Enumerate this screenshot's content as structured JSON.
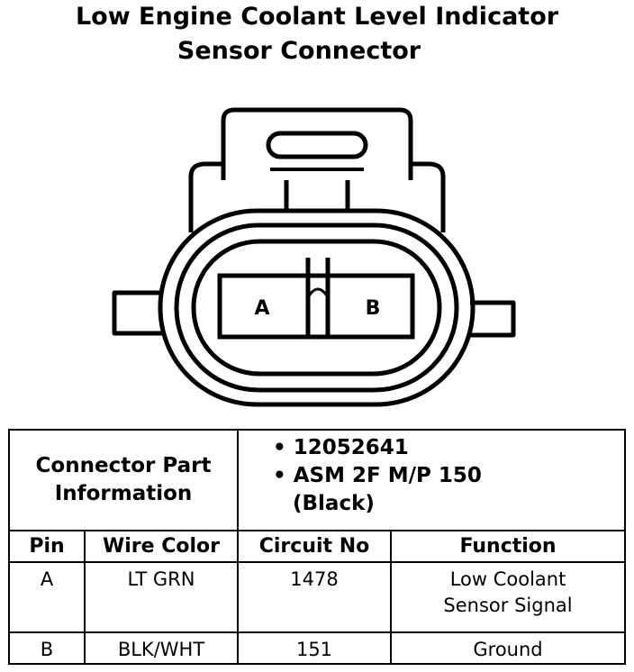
{
  "title": {
    "line1": "Low Engine Coolant Level Indicator",
    "line2": "Sensor Connector"
  },
  "connector": {
    "pins": [
      "A",
      "B"
    ]
  },
  "part_info": {
    "label_line1": "Connector Part",
    "label_line2": "Information",
    "bullet1": "• 12052641",
    "bullet2": "• ASM 2F M/P 150",
    "bullet3": "(Black)"
  },
  "table": {
    "headers": [
      "Pin",
      "Wire Color",
      "Circuit No",
      "Function"
    ],
    "rows": [
      {
        "pin": "A",
        "wire_color": "LT GRN",
        "circuit_no": "1478",
        "function_line1": "Low Coolant",
        "function_line2": "Sensor Signal"
      },
      {
        "pin": "B",
        "wire_color": "BLK/WHT",
        "circuit_no": "151",
        "function_line1": "Ground",
        "function_line2": ""
      }
    ]
  }
}
